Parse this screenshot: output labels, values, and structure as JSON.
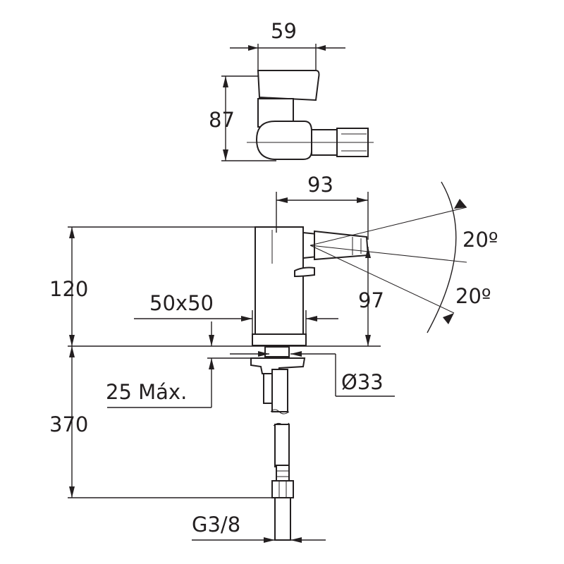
{
  "colors": {
    "line": "#231f20",
    "background": "#ffffff"
  },
  "dimensions": {
    "top_width": "59",
    "top_height": "87",
    "spout_reach": "93",
    "total_height": "120",
    "base_size": "50x50",
    "spout_height": "97",
    "angle_up": "20º",
    "angle_down": "20º",
    "counter_thickness": "25 Máx.",
    "hole_diameter": "Ø33",
    "hose_length": "370",
    "thread": "G3/8"
  }
}
